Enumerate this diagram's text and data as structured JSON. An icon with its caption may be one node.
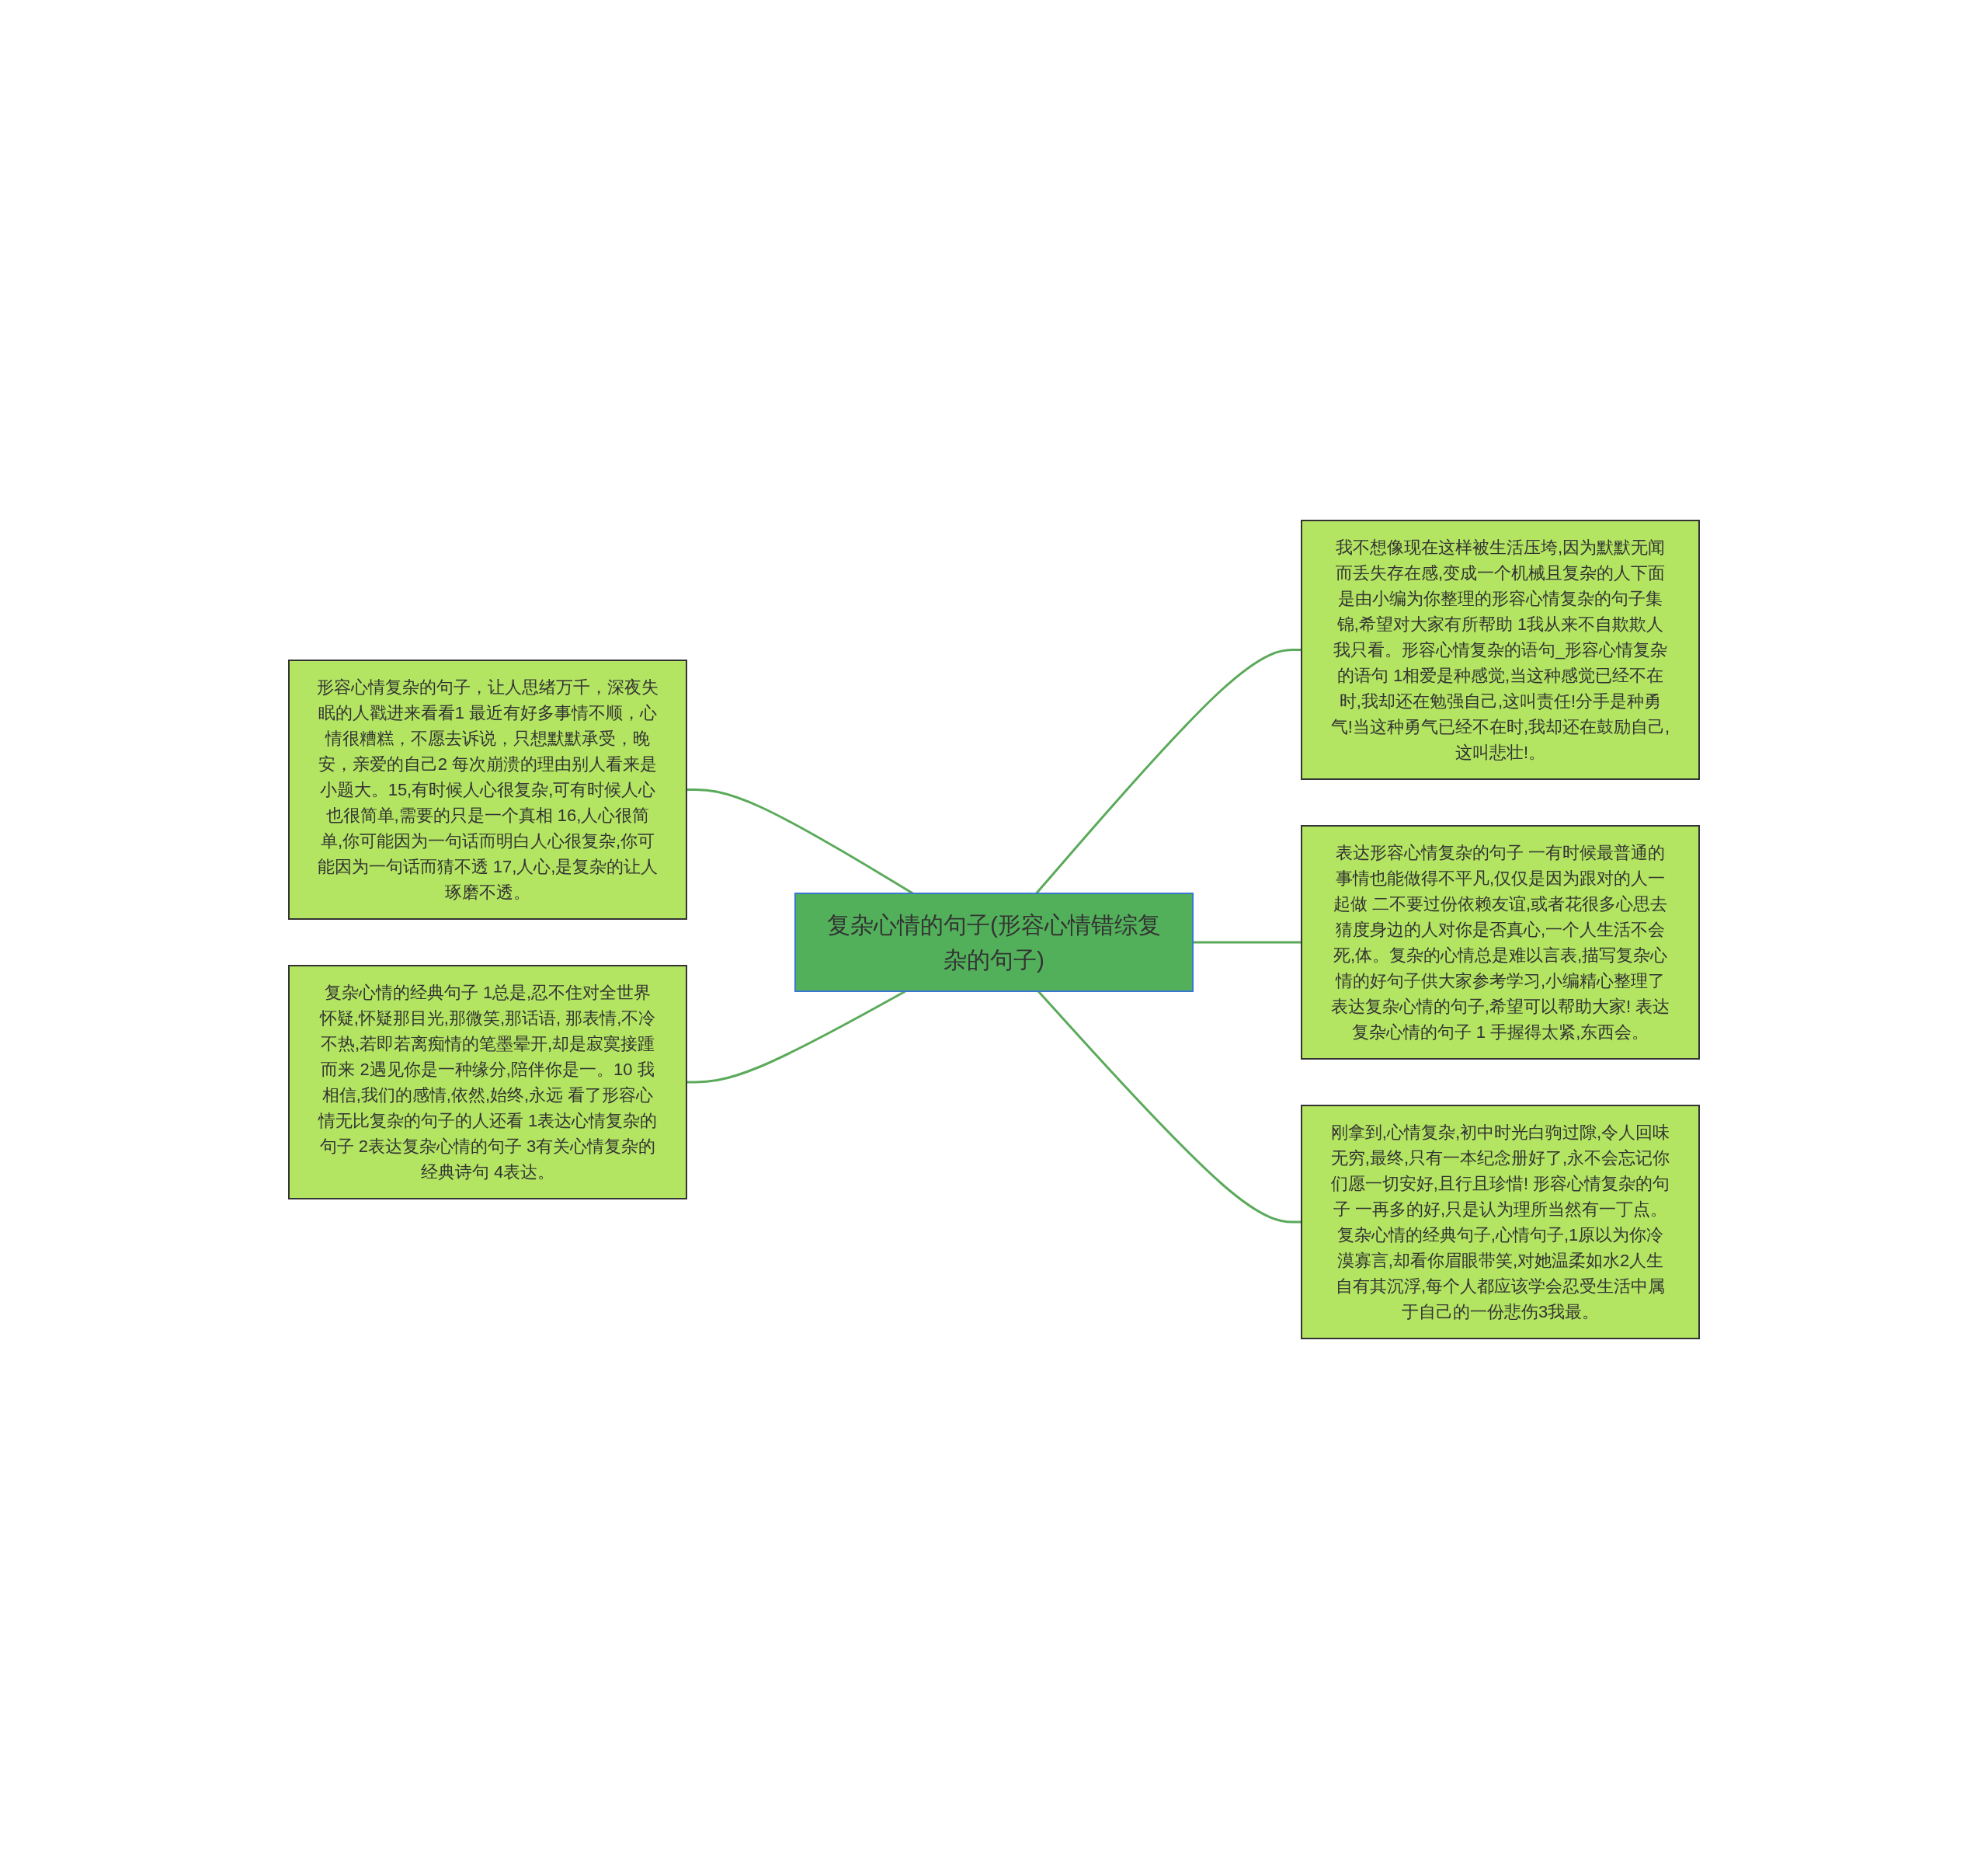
{
  "diagram": {
    "nodes": [
      {
        "text": [
          "复杂心情的句子(形容心情错综复杂的句子)"
        ]
      },
      {
        "text": [
          "形容心情复杂的句子，让人思绪万千，深夜失眠的人戳进来看看1 最近有好多事情不顺，心情很糟糕，不愿去诉说，只想默默承受，晚安，亲爱的自己2 每次崩溃的理由别人看来是小题大。15,有时候人心很复杂,可有时候人心也很简单,需要的只是一个真相 16,人心很简单,你可能因为一句话而明白人心很复杂,你可能因为一句话而猜不透 17,人心,是复杂的让人琢磨不透。"
        ]
      },
      {
        "text": [
          "复杂心情的经典句子 1总是,忍不住对全世界怀疑,怀疑那目光,那微笑,那话语, 那表情,不冷不热,若即若离痴情的笔墨晕开,却是寂寞接踵而来 2遇见你是一种缘分,陪伴你是一。10 我相信,我们的感情,依然,始终,永远 看了形容心情无比复杂的句子的人还看 1表达心情复杂的句子 2表达复杂心情的句子 3有关心情复杂的经典诗句 4表达。"
        ]
      },
      {
        "text": [
          "我不想像现在这样被生活压垮,因为默默无闻而丢失存在感,变成一个机械且复杂的人下面是由小编为你整理的形容心情复杂的句子集锦,希望对大家有所帮助 1我从来不自欺欺人我只看。形容心情复杂的语句_形容心情复杂的语句 1相爱是种感觉,当这种感觉已经不在时,我却还在勉强自己,这叫责任!分手是种勇气!当这种勇气已经不在时,我却还在鼓励自己,这叫悲壮!。"
        ]
      },
      {
        "text": [
          "表达形容心情复杂的句子 一有时候最普通的事情也能做得不平凡,仅仅是因为跟对的人一起做 二不要过份依赖友谊,或者花很多心思去猜度身边的人对你是否真心,一个人生活不会死,体。复杂的心情总是难以言表,描写复杂心情的好句子供大家参考学习,小编精心整理了表达复杂心情的句子,希望可以帮助大家! 表达复杂心情的句子 1 手握得太紧,东西会。"
        ]
      },
      {
        "text": [
          "刚拿到,心情复杂,初中时光白驹过隙,令人回味无穷,最终,只有一本纪念册好了,永不会忘记你们愿一切安好,且行且珍惜! 形容心情复杂的句子 一再多的好,只是认为理所当然有一丁点。复杂心情的经典句子,心情句子,1原以为你冷漠寡言,却看你眉眼带笑,对她温柔如水2人生自有其沉浮,每个人都应该学会忍受生活中属于自己的一份悲伤3我最。"
        ]
      }
    ],
    "edges": [
      {
        "from": 0,
        "to": 1,
        "arrow": "none"
      },
      {
        "from": 0,
        "to": 2,
        "arrow": "none"
      },
      {
        "from": 0,
        "to": 3,
        "arrow": "none"
      },
      {
        "from": 0,
        "to": 4,
        "arrow": "none"
      },
      {
        "from": 0,
        "to": 5,
        "arrow": "none"
      }
    ]
  }
}
